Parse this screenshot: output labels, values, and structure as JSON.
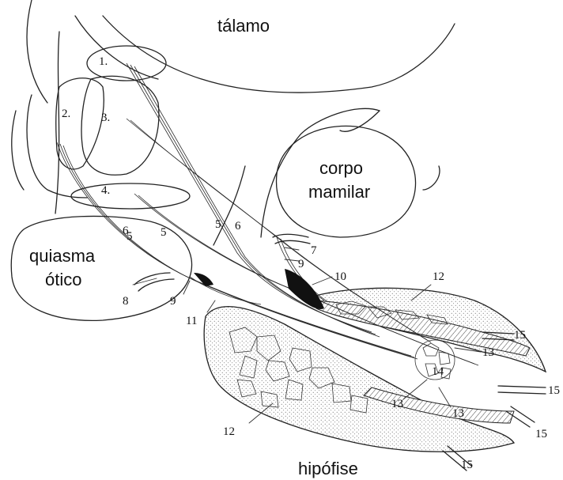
{
  "labels": {
    "talamo": "tálamo",
    "corpo_line1": "corpo",
    "corpo_line2": "mamilar",
    "quiasma_line1": "quiasma",
    "quiasma_line2": "ótico",
    "hipofise": "hipófise"
  },
  "nucleus_numbers": {
    "n1": "1.",
    "n2": "2.",
    "n3": "3.",
    "n4": "4."
  },
  "callouts": {
    "c5a": "5",
    "c5b": "5",
    "c5c": "5",
    "c6a": "6",
    "c6b": "6",
    "c7": "7",
    "c8": "8",
    "c9a": "9",
    "c9b": "9",
    "c10": "10",
    "c11": "11",
    "c12a": "12",
    "c12b": "12",
    "c13a": "13",
    "c13b": "13",
    "c13c": "13",
    "c14": "14",
    "c15a": "15",
    "c15b": "15",
    "c15c": "15",
    "c15d": "15"
  }
}
